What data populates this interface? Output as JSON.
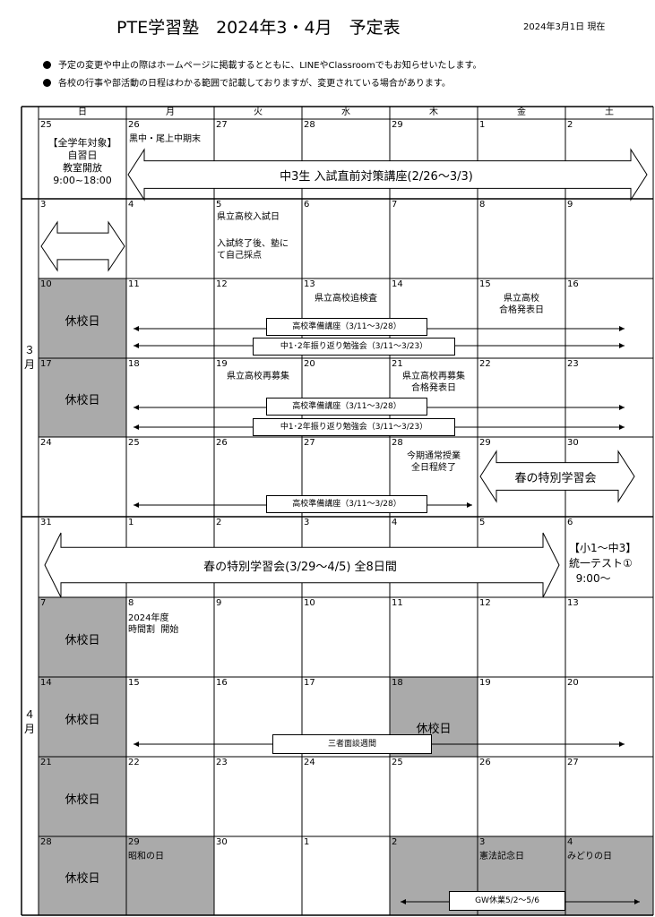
{
  "header": {
    "title": "PTE学習塾　2024年3・4月　予定表",
    "as_of": "2024年3月1日 現在",
    "notes": [
      "予定の変更や中止の際はホームページに掲載するとともに、LINEやClassroomでもお知らせいたします。",
      "各校の行事や部活動の日程はわかる範囲で記載しておりますが、変更されている場合があります。"
    ]
  },
  "weekdays": [
    "日",
    "月",
    "火",
    "水",
    "木",
    "金",
    "土"
  ],
  "months": {
    "march": "３\n月",
    "april": "４\n月"
  },
  "weeks": [
    [
      "25",
      "26",
      "27",
      "28",
      "29",
      "1",
      "2"
    ],
    [
      "3",
      "4",
      "5",
      "6",
      "7",
      "8",
      "9"
    ],
    [
      "10",
      "11",
      "12",
      "13",
      "14",
      "15",
      "16"
    ],
    [
      "17",
      "18",
      "19",
      "20",
      "21",
      "22",
      "23"
    ],
    [
      "24",
      "25",
      "26",
      "27",
      "28",
      "29",
      "30"
    ],
    [
      "31",
      "1",
      "2",
      "3",
      "4",
      "5",
      "6"
    ],
    [
      "7",
      "8",
      "9",
      "10",
      "11",
      "12",
      "13"
    ],
    [
      "14",
      "15",
      "16",
      "17",
      "18",
      "19",
      "20"
    ],
    [
      "21",
      "22",
      "23",
      "24",
      "25",
      "26",
      "27"
    ],
    [
      "28",
      "29",
      "30",
      "1",
      "2",
      "3",
      "4"
    ]
  ],
  "closed_label": "休校日",
  "events": {
    "study_day": "【全学年対象】\n自習日\n教室開放\n9:00~18:00",
    "kuronaka": "黒中・尾上中期末",
    "exam_course": "中3生 入試直前対策講座(2/26～3/3)",
    "kenritsu_exam": "県立高校入試日",
    "self_grading": "入試終了後、塾に\nて自己採点",
    "tsuikensa": "県立高校追検査",
    "goukaku": "県立高校\n合格発表日",
    "prep_course": "高校準備講座（3/11～3/28）",
    "makeup": "中1･2年振り返り勉強会（3/11～3/23）",
    "saiboshu": "県立高校再募集",
    "saiboshu_result": "県立高校再募集\n合格発表日",
    "term_end": "今期通常授業\n全日程終了",
    "spring_session": "春の特別学習会",
    "spring_session_long": "春の特別学習会(3/29～4/5)  全8日間",
    "unified_test": "【小1～中3】\n統一テスト①\n  9:00～",
    "new_timetable": "2024年度\n時間割  開始",
    "interview_week": "三者面談週間",
    "showa": "昭和の日",
    "kenpou": "憲法記念日",
    "midori": "みどりの日",
    "gw": "GW休業5/2～5/6"
  }
}
